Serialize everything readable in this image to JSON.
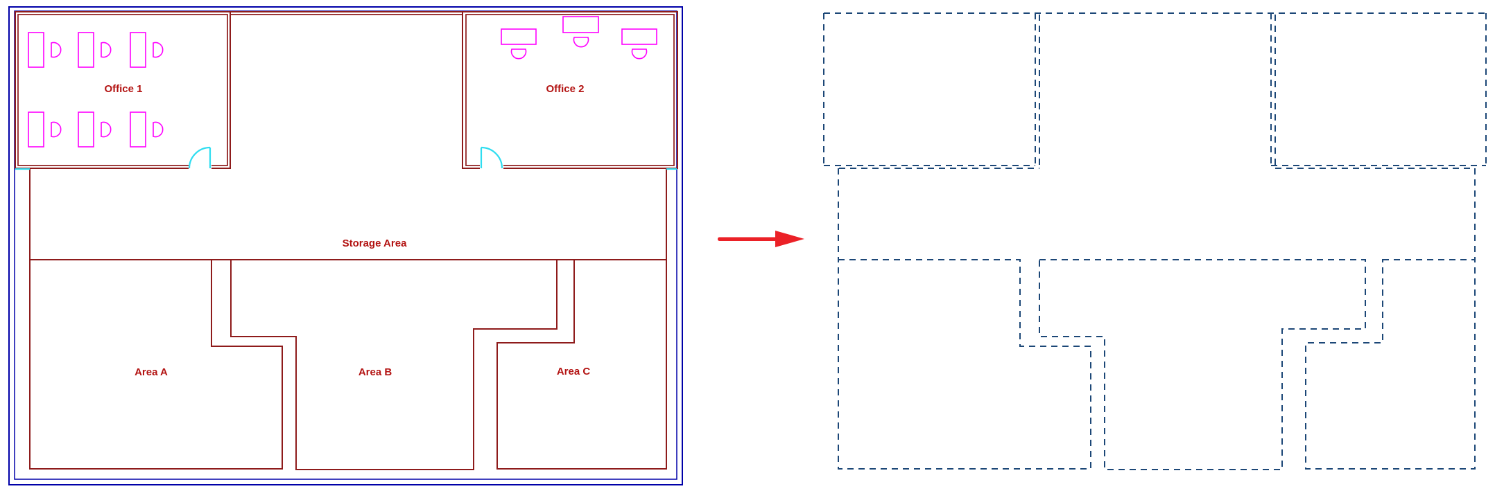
{
  "plan": {
    "left": {
      "rooms": [
        {
          "name": "office-1",
          "label": "Office 1",
          "desks": 6
        },
        {
          "name": "office-2",
          "label": "Office 2",
          "desks": 3
        },
        {
          "name": "storage",
          "label": "Storage Area"
        }
      ],
      "areas": [
        {
          "name": "area-a",
          "label": "Area A",
          "hatch": "diagonal-dotted"
        },
        {
          "name": "area-b",
          "label": "Area B",
          "hatch": "diagonal-dotted"
        },
        {
          "name": "area-c",
          "label": "Area C",
          "hatch": "cross-dotted"
        }
      ]
    },
    "right": {
      "style": "dashed-outline-copy"
    },
    "arrow": {
      "icon": "right-arrow"
    }
  },
  "colors": {
    "border_blue": "#0000A8",
    "wall_red": "#8E1B1B",
    "label_red": "#B31312",
    "furniture_magenta": "#FF00FF",
    "door_cyan": "#2FDDF0",
    "hatch_a": "#C98BD9",
    "hatch_b": "#5B8FC9",
    "hatch_c": "#BCE492",
    "dashed_blue": "#1C4777",
    "arrow_red": "#EB2127"
  }
}
